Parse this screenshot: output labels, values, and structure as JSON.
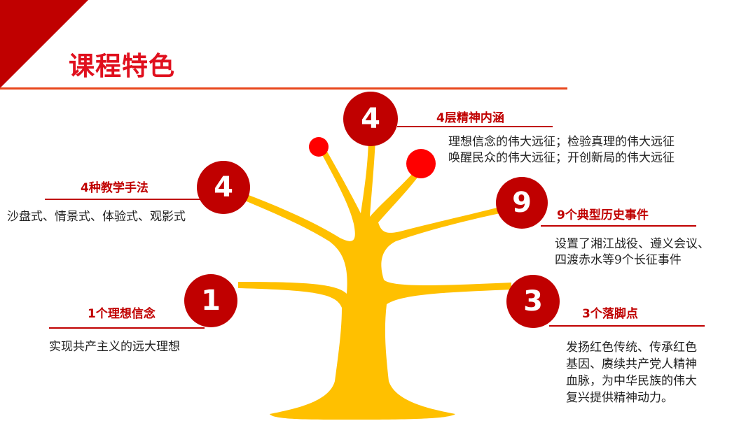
{
  "slide": {
    "title": "课程特色",
    "colors": {
      "accent": "#c00000",
      "title": "#e0101e",
      "rule": "#e8461c",
      "tree": "#ffc000",
      "fruit": "#ff0000"
    }
  },
  "features": [
    {
      "badge": "4",
      "heading": "4层精神内涵",
      "lines": [
        "理想信念的伟大远征；检验真理的伟大远征",
        "唤醒民众的伟大远征；开创新局的伟大远征"
      ]
    },
    {
      "badge": "4",
      "heading": "4种教学手法",
      "lines": [
        "沙盘式、情景式、体验式、观影式"
      ]
    },
    {
      "badge": "9",
      "heading": "9个典型历史事件",
      "lines": [
        "设置了湘江战役、遵义会议、",
        "四渡赤水等9个长征事件"
      ]
    },
    {
      "badge": "1",
      "heading": "1个理想信念",
      "lines": [
        "实现共产主义的远大理想"
      ]
    },
    {
      "badge": "3",
      "heading": "3个落脚点",
      "lines": [
        "发扬红色传统、传承红色",
        "基因、赓续共产党人精神",
        "血脉，为中华民族的伟大",
        "复兴提供精神动力。"
      ]
    }
  ]
}
